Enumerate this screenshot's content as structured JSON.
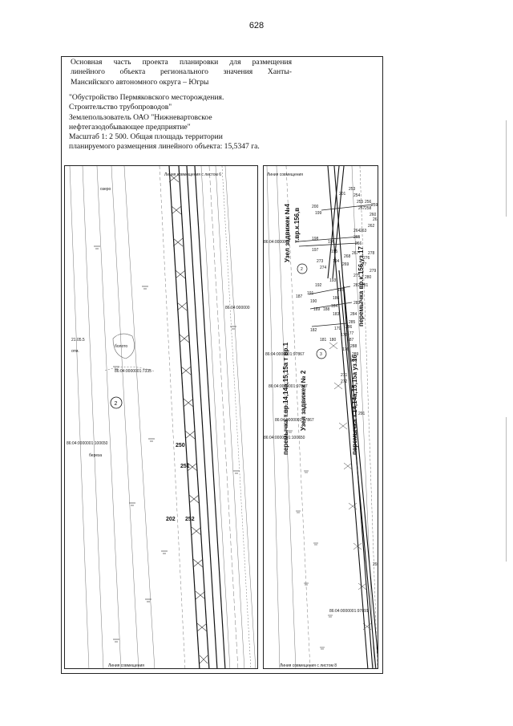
{
  "page_number": "628",
  "header": {
    "lines": [
      "Основная часть проекта планировки для размещения",
      "линейного объекта регионального значения Ханты-",
      "Мансийского автономного округа – Югры"
    ]
  },
  "info": {
    "lines": [
      "\"Обустройство Пермяковского месторождения.",
      "Строительство трубопроводов\"",
      "Землепользователь ОАО \"Нижневартовское",
      "нефтегазодобывающее предприятие\"",
      "Масштаб 1: 2 500. Общая площадь территории",
      "планируемого размещения линейного объекта: 15,5347 га."
    ]
  },
  "map_left": {
    "top_label": "Линия совмещения с листом 6",
    "bottom_label": "Линия совмещения",
    "parcels": [
      "86:04:0000001:7335",
      "86:04:0000001:100650",
      "86:04:000000"
    ],
    "point_labels": [
      "250",
      "251",
      "202",
      "252"
    ],
    "circle_label": "2",
    "small_notes": [
      "озеро",
      "болото",
      "21.05.5",
      "отм.",
      "береза"
    ]
  },
  "map_right": {
    "top_label": "Линия совмещения",
    "bottom_label": "Линия совмещения с листом 8",
    "vertical_labels": [
      "Узел задвижек №4",
      "т.вр.к.156,в",
      "перемычка вр.к.156,уз.17",
      "перемычка т.вр.14,14а,15,15а т вр.1",
      "Узел задвижек № 2",
      "перемычка т.14,14а,15,15а уз.16"
    ],
    "parcels": [
      "86:04:0000001:97867",
      "86:04:0000001:97867",
      "86:04:0000001:100650",
      "86:04:0000001:97867",
      "86:04:0000001:97891",
      "86:04:000000"
    ],
    "point_labels": [
      "201",
      "200",
      "199",
      "253",
      "254",
      "255",
      "256",
      "257",
      "258",
      "259",
      "260",
      "261",
      "262",
      "263",
      "264",
      "265",
      "266",
      "267",
      "268",
      "269",
      "198",
      "196",
      "197",
      "195",
      "194",
      "193",
      "192",
      "191",
      "190",
      "189",
      "188",
      "187",
      "186",
      "185",
      "184",
      "183",
      "182",
      "181",
      "180",
      "179",
      "178",
      "177",
      "176",
      "275",
      "276",
      "277",
      "278",
      "279",
      "280",
      "281",
      "282",
      "283",
      "284",
      "285",
      "286",
      "287",
      "288",
      "289",
      "290",
      "291",
      "292",
      "271",
      "272",
      "273",
      "274"
    ],
    "circle_labels": [
      "2",
      "3"
    ]
  }
}
